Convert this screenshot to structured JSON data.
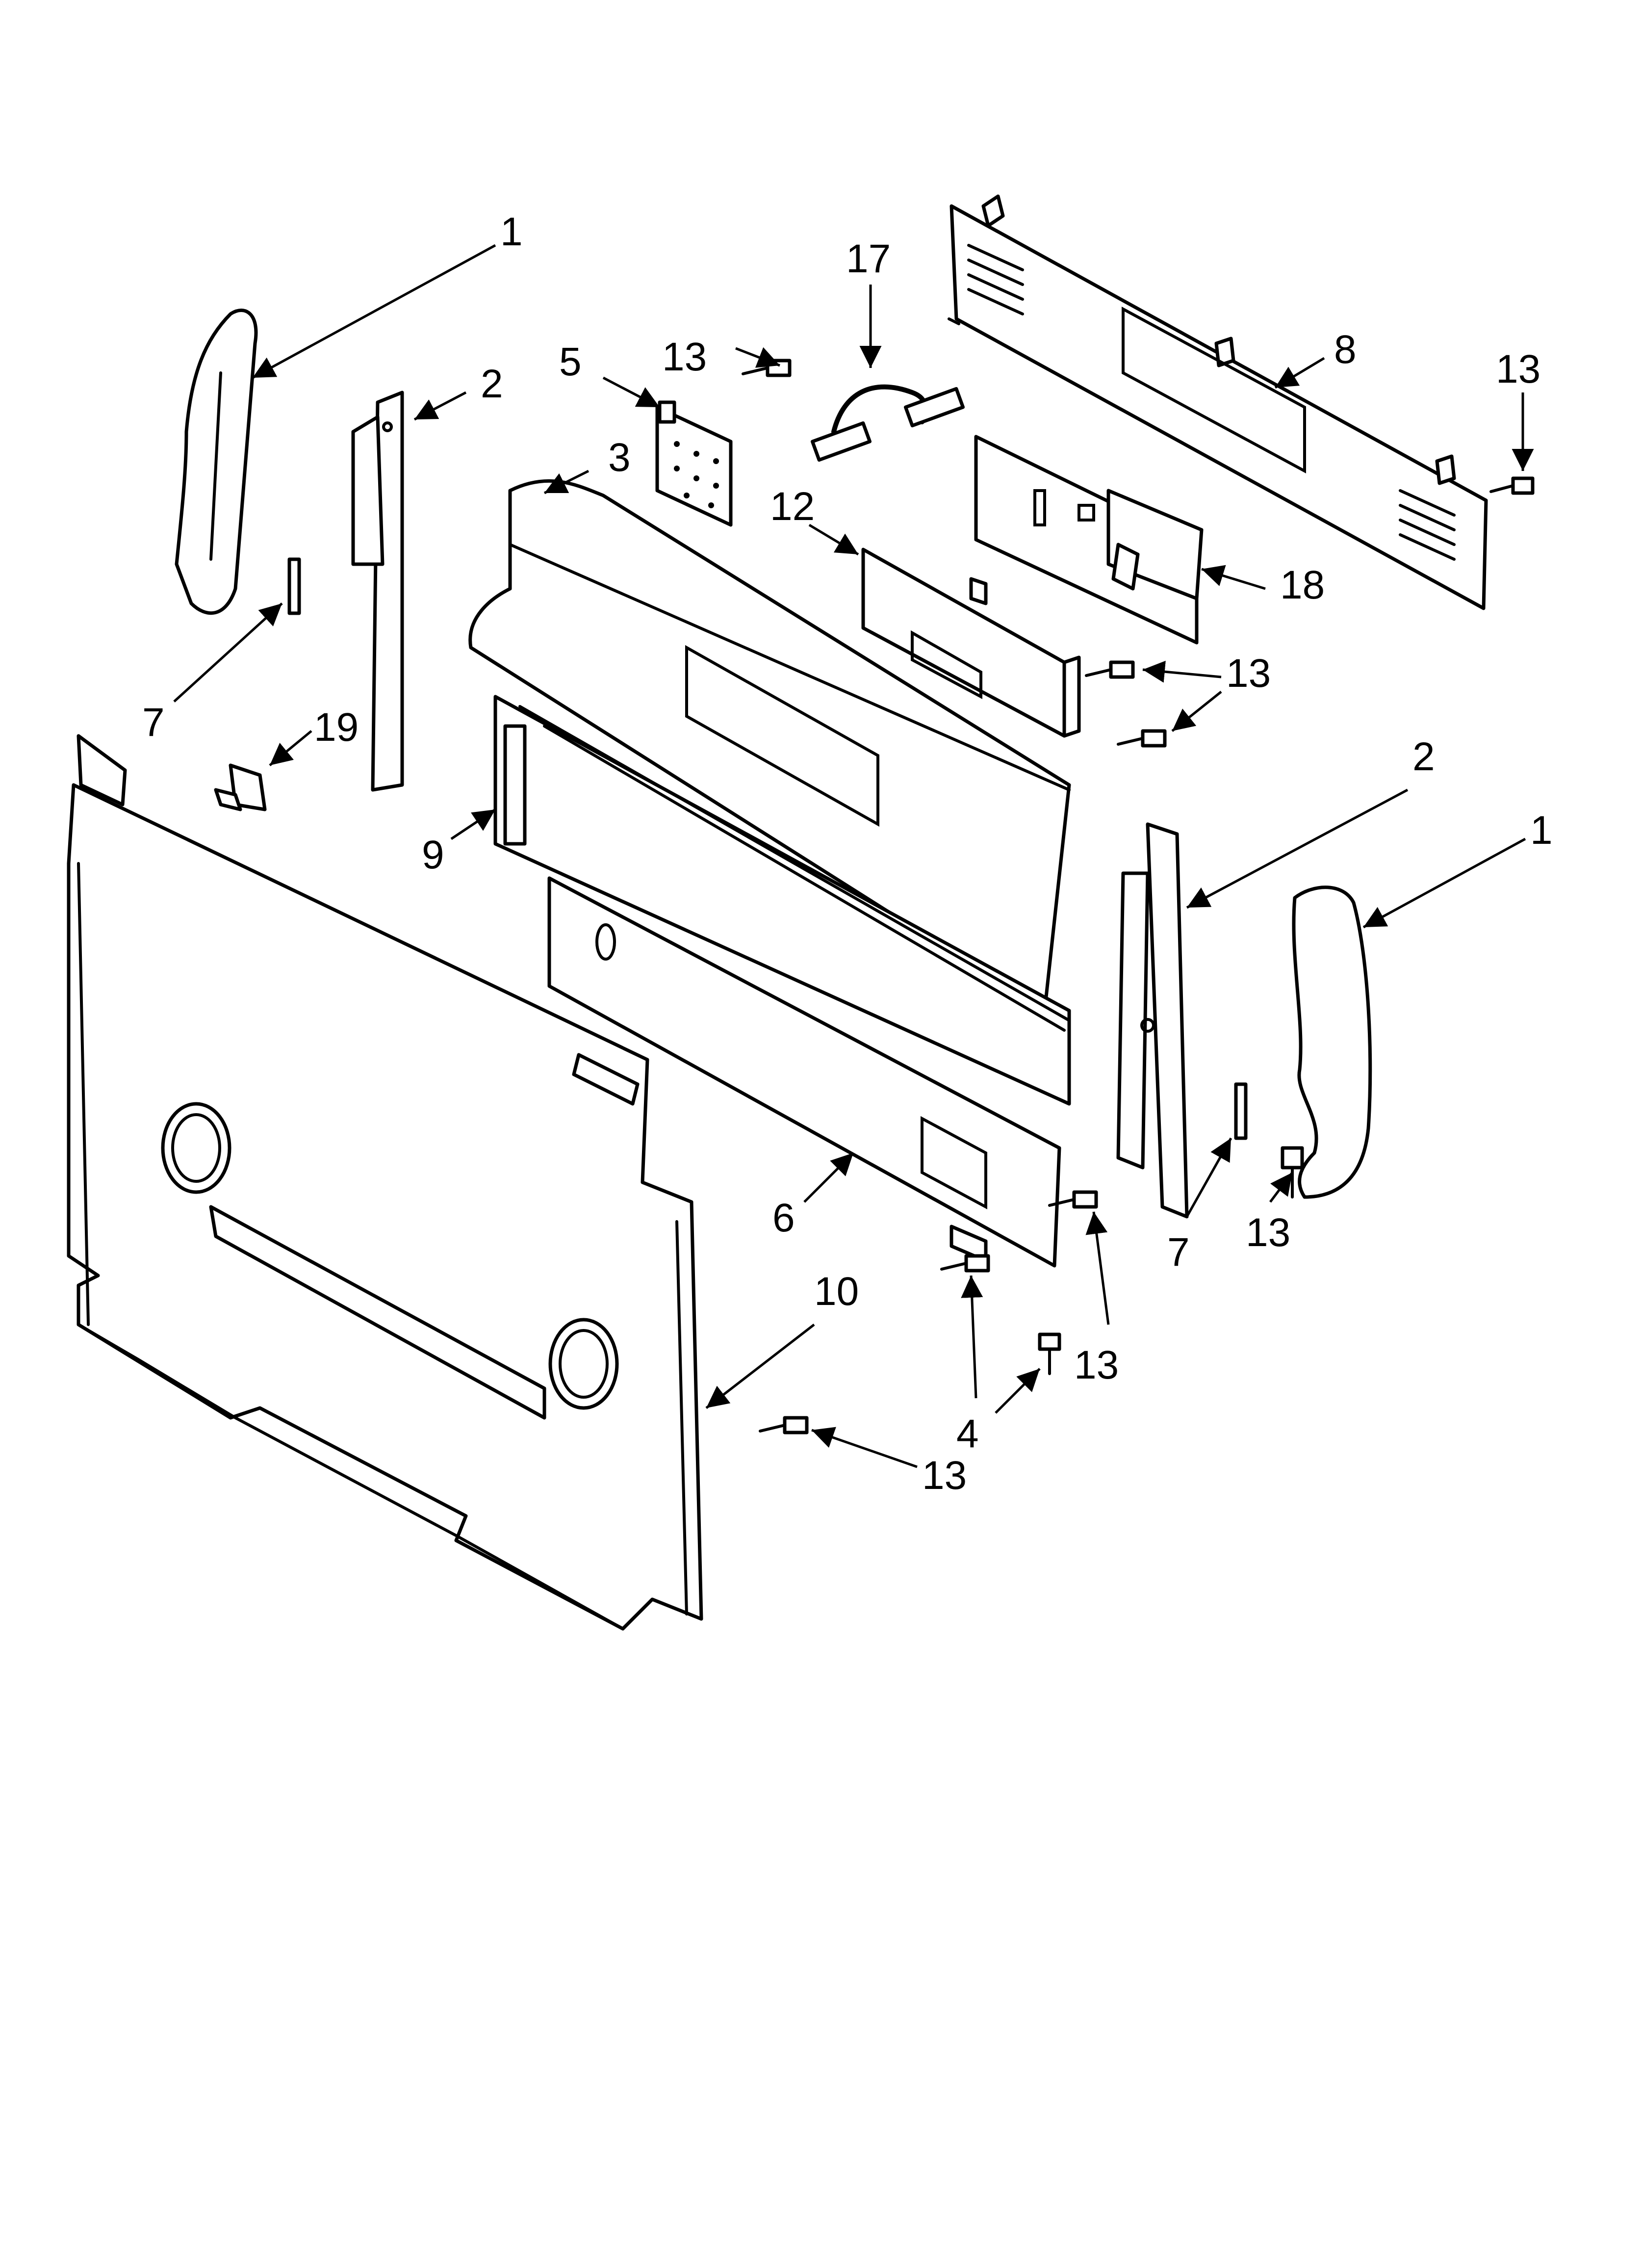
{
  "diagram": {
    "callouts": [
      {
        "id": "c1a",
        "label": "1"
      },
      {
        "id": "c2a",
        "label": "2"
      },
      {
        "id": "c3",
        "label": "3"
      },
      {
        "id": "c5",
        "label": "5"
      },
      {
        "id": "c13a",
        "label": "13"
      },
      {
        "id": "c17",
        "label": "17"
      },
      {
        "id": "c8",
        "label": "8"
      },
      {
        "id": "c13b",
        "label": "13"
      },
      {
        "id": "c12",
        "label": "12"
      },
      {
        "id": "c18",
        "label": "18"
      },
      {
        "id": "c13c",
        "label": "13"
      },
      {
        "id": "c7a",
        "label": "7"
      },
      {
        "id": "c19",
        "label": "19"
      },
      {
        "id": "c9",
        "label": "9"
      },
      {
        "id": "c2b",
        "label": "2"
      },
      {
        "id": "c1b",
        "label": "1"
      },
      {
        "id": "c6",
        "label": "6"
      },
      {
        "id": "c7b",
        "label": "7"
      },
      {
        "id": "c13d",
        "label": "13"
      },
      {
        "id": "c10",
        "label": "10"
      },
      {
        "id": "c13e",
        "label": "13"
      },
      {
        "id": "c4",
        "label": "4"
      },
      {
        "id": "c13f",
        "label": "13"
      }
    ]
  }
}
